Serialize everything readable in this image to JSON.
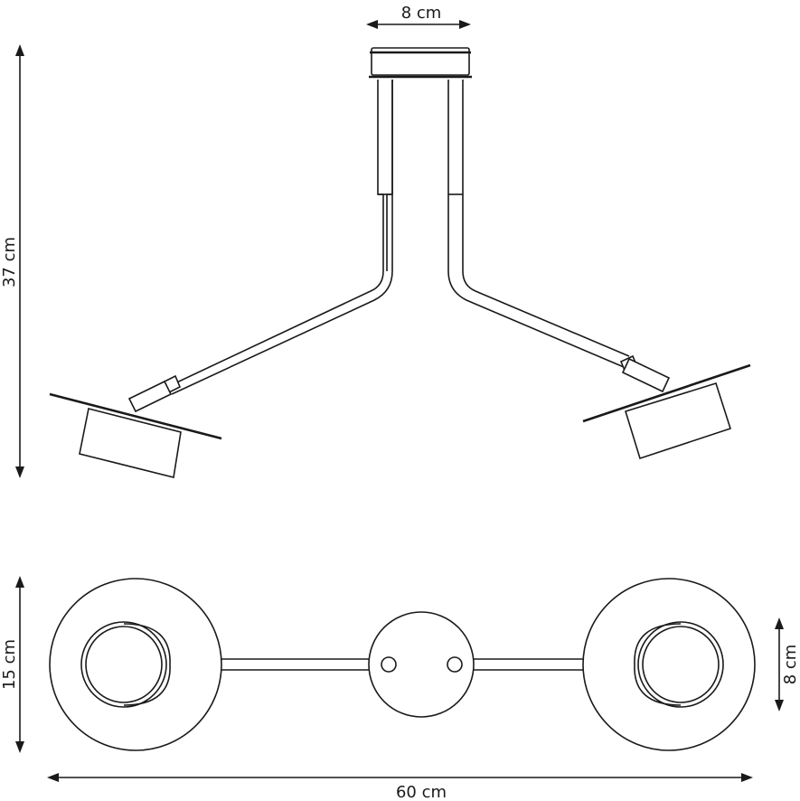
{
  "dimensions": {
    "top_width": "8 cm",
    "total_height": "37 cm",
    "canopy_depth": "15 cm",
    "shade_diameter": "8 cm",
    "total_width": "60 cm"
  }
}
